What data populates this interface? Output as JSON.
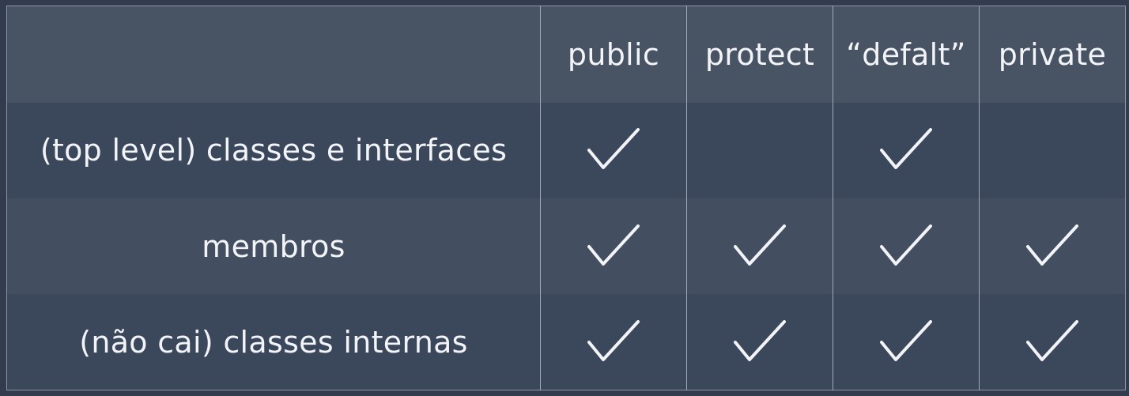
{
  "table": {
    "columns": [
      "public",
      "protect",
      "“defalt”",
      "private"
    ],
    "rows": [
      {
        "label": "(top level) classes e interfaces",
        "checks": [
          true,
          false,
          true,
          false
        ]
      },
      {
        "label": "membros",
        "checks": [
          true,
          true,
          true,
          true
        ]
      },
      {
        "label": "(não cai) classes internas",
        "checks": [
          true,
          true,
          true,
          true
        ]
      }
    ]
  },
  "colors": {
    "background": "#323c4e",
    "header_row": "#485363",
    "row_dark": "#3b475b",
    "row_light": "#434e60",
    "grid_line": "#a1a9b6",
    "text": "#f2f4f7"
  },
  "icons": {
    "check": "checkmark-icon"
  }
}
